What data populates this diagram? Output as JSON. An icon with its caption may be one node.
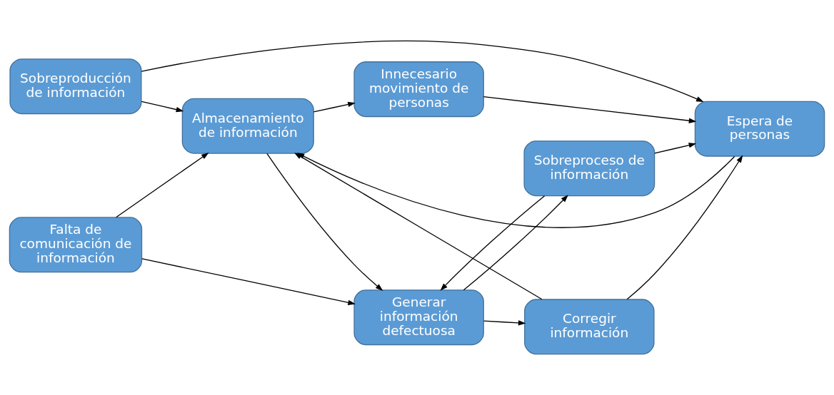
{
  "diagram": {
    "nodes": [
      {
        "text": [
          "Sobreproducción de información"
        ]
      },
      {
        "text": [
          "Almacenamiento de información"
        ]
      },
      {
        "text": [
          "Generar información defectuosa"
        ]
      },
      {
        "text": [
          "Corregir información"
        ]
      },
      {
        "text": [
          "Espera de personas"
        ]
      },
      {
        "text": [
          "Falta de comunicación de información"
        ]
      },
      {
        "text": [
          "Sobreproceso de información"
        ]
      },
      {
        "text": [
          "Innecesario movimiento de personas"
        ]
      }
    ],
    "edges": [
      {
        "from": 0,
        "to": 1,
        "arrow": "to"
      },
      {
        "from": 1,
        "to": 2,
        "arrow": "to"
      },
      {
        "from": 2,
        "to": 3,
        "arrow": "to"
      },
      {
        "from": 3,
        "to": 4,
        "arrow": "to"
      },
      {
        "from": 0,
        "to": 4,
        "arrow": "to"
      },
      {
        "from": 4,
        "to": 1,
        "arrow": "to"
      },
      {
        "from": 3,
        "to": 1,
        "arrow": "to"
      },
      {
        "from": 5,
        "to": 1,
        "arrow": "to"
      },
      {
        "from": 5,
        "to": 2,
        "arrow": "to"
      },
      {
        "from": 2,
        "to": 6,
        "arrow": "to"
      },
      {
        "from": 6,
        "to": 2,
        "arrow": "to"
      },
      {
        "from": 6,
        "to": 4,
        "arrow": "to"
      },
      {
        "from": 1,
        "to": 7,
        "arrow": "to"
      },
      {
        "from": 7,
        "to": 4,
        "arrow": "to"
      }
    ]
  }
}
